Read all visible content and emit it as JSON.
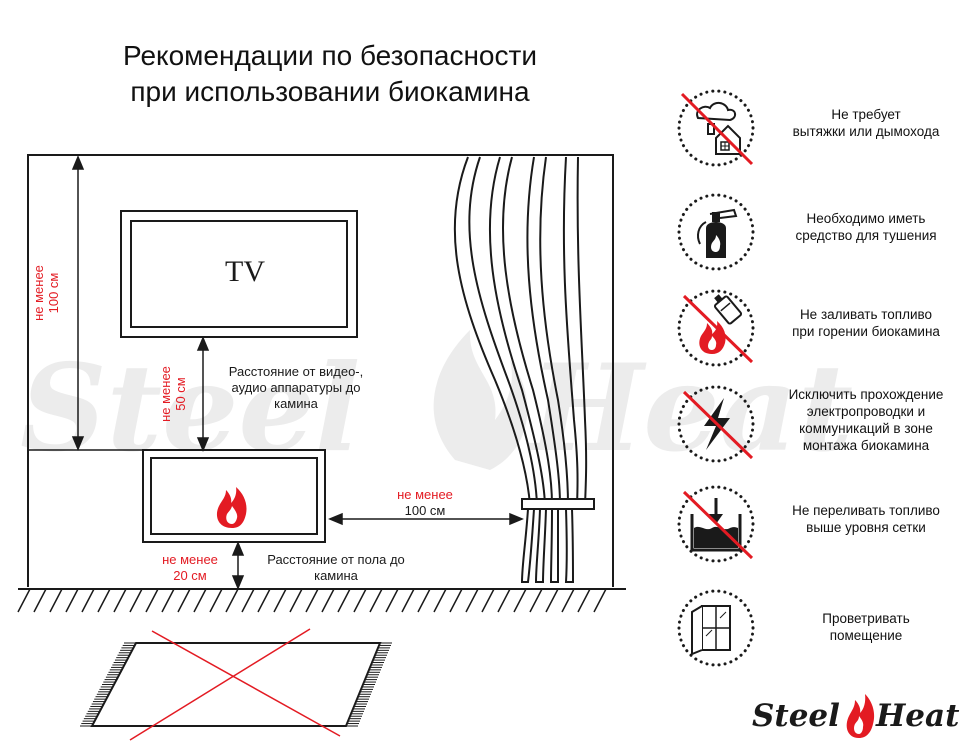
{
  "title": {
    "line1": "Рекомендации по безопасности",
    "line2": "при использовании биокамина"
  },
  "diagram": {
    "tv_label": "TV",
    "wall_height": {
      "min_label": "не менее",
      "value": "100 см"
    },
    "tv_gap": {
      "min_label": "не менее",
      "value": "50 см",
      "description": [
        "Расстояние от видео-,",
        "аудио аппаратуры до",
        "камина"
      ]
    },
    "curtain_gap": {
      "min_label": "не менее",
      "value": "100 см"
    },
    "floor_gap": {
      "min_label": "не менее",
      "value": "20 см",
      "description": [
        "Расстояние от пола до",
        "камина"
      ]
    }
  },
  "rules": [
    {
      "icon": "no-chimney-icon",
      "prohibited": true,
      "lines": [
        "Не требует",
        "вытяжки или дымохода"
      ]
    },
    {
      "icon": "fire-extinguisher-icon",
      "prohibited": false,
      "lines": [
        "Необходимо иметь",
        "средство для тушения"
      ]
    },
    {
      "icon": "no-refuel-while-burning-icon",
      "prohibited": true,
      "lines": [
        "Не заливать топливо",
        "при горении биокамина"
      ]
    },
    {
      "icon": "no-electrical-wiring-icon",
      "prohibited": true,
      "lines": [
        "Исключить прохождение",
        "электропроводки и",
        "коммуникаций в зоне",
        "монтажа биокамина"
      ]
    },
    {
      "icon": "no-overfill-icon",
      "prohibited": true,
      "lines": [
        "Не переливать топливо",
        "выше уровня сетки"
      ]
    },
    {
      "icon": "ventilate-window-icon",
      "prohibited": false,
      "lines": [
        "Проветривать",
        "помещение"
      ]
    }
  ],
  "brand": {
    "word1": "Steel",
    "word2": "Heat"
  },
  "colors": {
    "accent": "#e31b23",
    "line": "#1a1a1a",
    "watermark": "#ececec"
  }
}
